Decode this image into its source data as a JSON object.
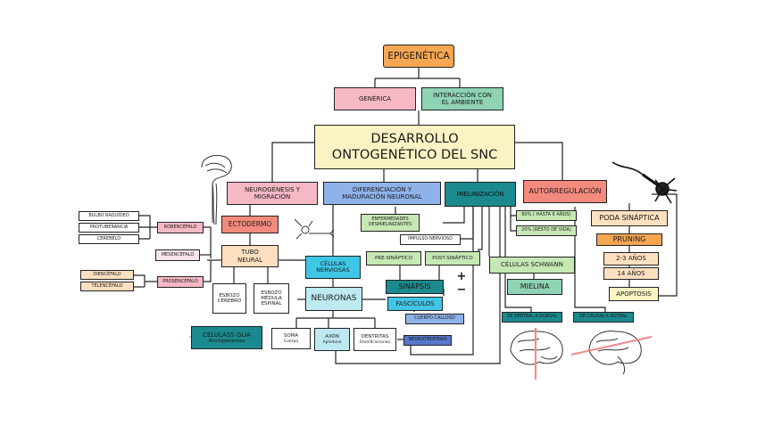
{
  "colors": {
    "orange": "#f7a652",
    "pink": "#f6b8c4",
    "teal": "#8fd3b5",
    "cream": "#fbf3c4",
    "blue": "#8fb2ea",
    "cyan": "#3fc6e6",
    "dark_teal": "#1b8a8e",
    "salmon": "#f28b7d",
    "light_green": "#c6e8b4",
    "peach": "#fce0bf",
    "light_cyan": "#bde9f1",
    "navy": "#5677c9",
    "white": "#ffffff"
  },
  "nodes": {
    "epigenetica": "EPIGENÉTICA",
    "generica": "GENÉRICA",
    "interaccion": "INTERACCIÓN CON\nEL AMBIENTE",
    "desarrollo": "DESARROLLO\nONTOGENÉTICO DEL SNC",
    "neurogenesis": "NEUROGÉNESIS Y\nMIGRACIÓN",
    "diferenciacion": "DIFERENCIACIÓN Y\nMADURACIÓN NEURONAL",
    "mielinizacion": "MIELINIZACIÓN",
    "autorregulacion": "AUTORREGULACIÓN",
    "ectodermo": "ECTODERMO",
    "tubo_neural": "TUBO\nNEURAL",
    "bulbo": "BULBO RAQUÍDEO",
    "protuberancia": "PROTUBERANCIA",
    "cerebelo": "CEREBELO",
    "robencefalo": "ROBENCÉFALO",
    "mesencefalo": "MESENCÉFALO",
    "diencefalo": "DIENCÉFALO",
    "telencefalo": "TELENCÉFALO",
    "prosencefalo": "PROSENCÉFALO",
    "esbozo_cerebro": "ESBOZO\nCEREBRO",
    "esbozo_medula": "ESBOZO\nMÉDULA\nESPINAL",
    "enfermedades": "ENFERMEDADES\nDESMIELINIZANTES",
    "impulso": "IMPULSO NERVIOSO",
    "celulas_nerviosas": "CÉLULAS\nNERVIOSAS",
    "pre_sinaptico": "PRE-SINÁPTICO",
    "post_sinaptico": "POST-SINÁPTICO",
    "neuronas": "NEURONAS",
    "sinapsis": "SINAPSIS",
    "plus_minus": "+ −",
    "fasciculos": "FASCÍCULOS",
    "cuerpo_calloso": "CUERPO CALLOSO",
    "neurotrofinas": "NEUROTROFINAS",
    "pct80": "80% ( HASTA 6 AÑOS)",
    "pct20": "20% (RESTO DE VIDA)",
    "celulas_schwann": "CÉLULAS SCHWANN",
    "mielina": "MIELINA",
    "poda": "PODA SINÁPTICA",
    "pruning": "PRUNING",
    "anos23": "2-3 AÑOS",
    "anos14": "14 AÑOS",
    "apoptosis": "APOPTOSIS",
    "ventral": "DE VENTRAL A DORSAL",
    "caudal": "DE CAUDAL A ROTRAL",
    "glia": "CÉLULASS GLIA",
    "glia_sub": "Acompañantes",
    "soma": "SOMA",
    "soma_sub": "Cuerpo",
    "axon": "AXÓN",
    "axon_sub": "Aplnduce",
    "dentritas": "DENTRITAS",
    "dentritas_sub": "Ramificaciones"
  }
}
